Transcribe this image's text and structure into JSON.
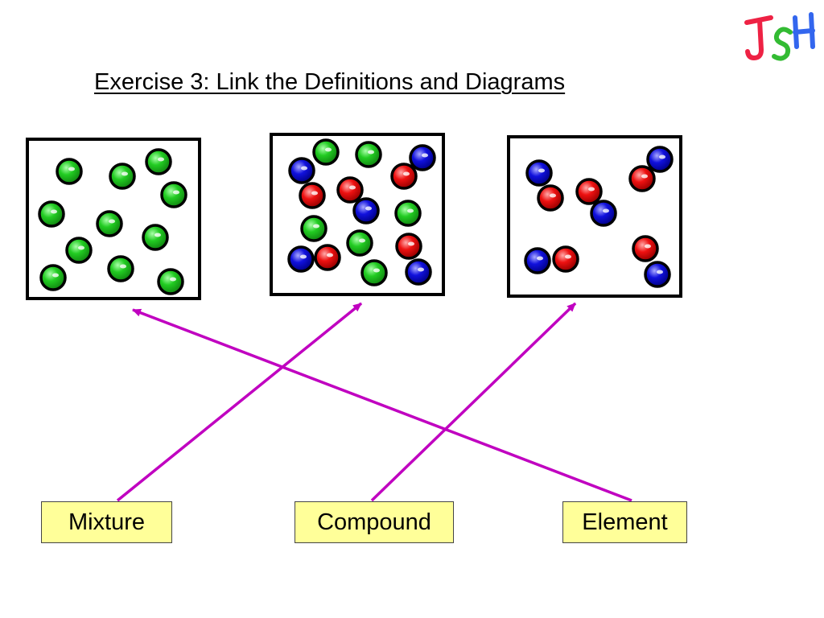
{
  "title": "Exercise 3: Link the Definitions and Diagrams",
  "labels": {
    "mixture": "Mixture",
    "compound": "Compound",
    "element": "Element"
  },
  "logo_text": "JSH",
  "colors": {
    "arrow": "#c000c0",
    "label_fill": "#ffff99",
    "green_atom": "#22cc22",
    "red_atom": "#ee1111",
    "blue_atom": "#1111dd"
  },
  "diagrams": [
    {
      "name": "element-diagram",
      "content": "single-green-atoms"
    },
    {
      "name": "mixture-diagram",
      "content": "green-atoms-red-blue-molecules"
    },
    {
      "name": "compound-diagram",
      "content": "red-blue-molecules"
    }
  ],
  "links": [
    {
      "from": "mixture",
      "to": "mixture-diagram"
    },
    {
      "from": "compound",
      "to": "compound-diagram"
    },
    {
      "from": "element",
      "to": "element-diagram"
    }
  ]
}
